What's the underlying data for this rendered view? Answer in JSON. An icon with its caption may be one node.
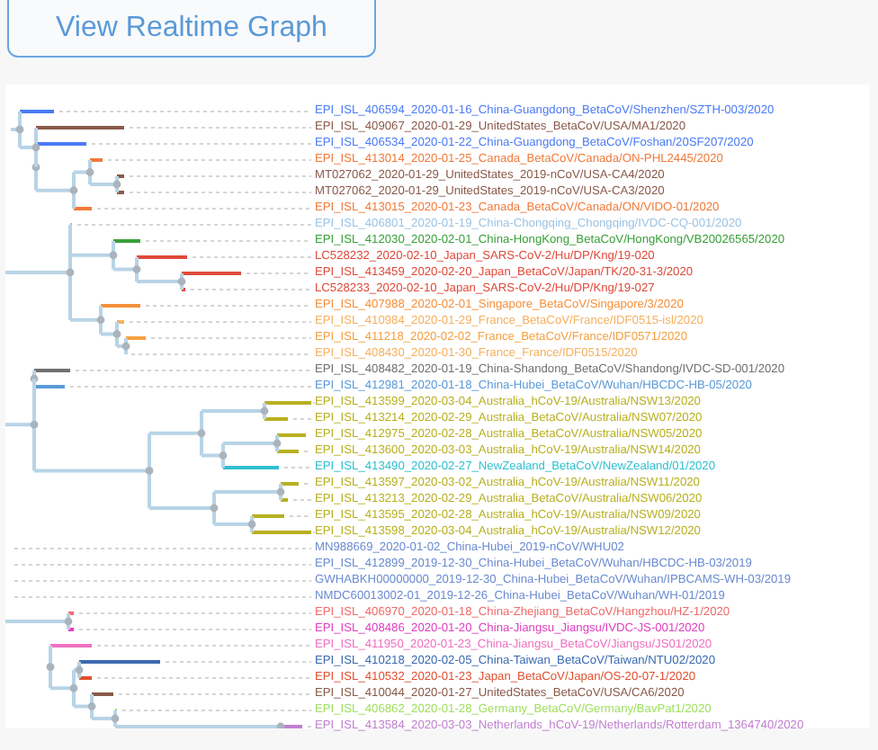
{
  "diagram": {
    "labels": [
      "View Realtime Graph",
      "EPI_ISL_406594_2020-01-16_China-Guangdong_BetaCoV/Shenzhen/SZTH-003/2020",
      "EPI_ISL_409067_2020-01-29_UnitedStates_BetaCoV/USA/MA1/2020",
      "EPI_ISL_406534_2020-01-22_China-Guangdong_BetaCoV/Foshan/20SF207/2020",
      "EPI_ISL_413014_2020-01-25_Canada_BetaCoV/Canada/ON-PHL2445/2020",
      "MT027062_2020-01-29_UnitedStates_2019-nCoV/USA-CA4/2020",
      "MT027062_2020-01-29_UnitedStates_2019-nCoV/USA-CA3/2020",
      "EPI_ISL_413015_2020-01-23_Canada_BetaCoV/Canada/ON/VIDO-01/2020",
      "EPI_ISL_406801_2020-01-19_China-Chongqing_Chongqing/IVDC-CQ-001/2020",
      "EPI_ISL_412030_2020-02-01_China-HongKong_BetaCoV/HongKong/VB20026565/2020",
      "LC528232_2020-02-10_Japan_SARS-CoV-2/Hu/DP/Kng/19-020",
      "EPI_ISL_413459_2020-02-20_Japan_BetaCoV/Japan/TK/20-31-3/2020",
      "LC528233_2020-02-10_Japan_SARS-CoV-2/Hu/DP/Kng/19-027",
      "EPI_ISL_407988_2020-02-01_Singapore_BetaCoV/Singapore/3/2020",
      "EPI_ISL_410984_2020-01-29_France_BetaCoV/France/IDF0515-isl/2020",
      "EPI_ISL_411218_2020-02-02_France_BetaCoV/France/IDF0571/2020",
      "EPI_ISL_408430_2020-01-30_France_France/IDF0515/2020",
      "EPI_ISL_408482_2020-01-19_China-Shandong_BetaCoV/Shandong/IVDC-SD-001/2020",
      "EPI_ISL_412981_2020-01-18_China-Hubei_BetaCoV/Wuhan/HBCDC-HB-05/2020",
      "EPI_ISL_413599_2020-03-04_Australia_hCoV-19/Australia/NSW13/2020",
      "EPI_ISL_413214_2020-02-29_Australia_BetaCoV/Australia/NSW07/2020",
      "EPI_ISL_412975_2020-02-28_Australia_BetaCoV/Australia/NSW05/2020",
      "EPI_ISL_413600_2020-03-03_Australia_hCoV-19/Australia/NSW14/2020",
      "EPI_ISL_413490_2020-02-27_NewZealand_BetaCoV/NewZealand/01/2020",
      "EPI_ISL_413597_2020-03-02_Australia_hCoV-19/Australia/NSW11/2020",
      "EPI_ISL_413213_2020-02-29_Australia_BetaCoV/Australia/NSW06/2020",
      "EPI_ISL_413595_2020-02-28_Australia_hCoV-19/Australia/NSW09/2020",
      "EPI_ISL_413598_2020-03-04_Australia_hCoV-19/Australia/NSW12/2020",
      "MN988669_2020-01-02_China-Hubei_2019-nCoV/WHU02",
      "EPI_ISL_412899_2019-12-30_China-Hubei_BetaCoV/Wuhan/HBCDC-HB-03/2019",
      "GWHABKH00000000_2019-12-30_China-Hubei_BetaCoV/Wuhan/IPBCAMS-WH-03/2019",
      "NMDC60013002-01_2019-12-26_China-Hubei_BetaCoV/Wuhan/WH-01/2019",
      "EPI_ISL_406970_2020-01-18_China-Zhejiang_BetaCoV/Hangzhou/HZ-1/2020",
      "EPI_ISL_408486_2020-01-20_China-Jiangsu_Jiangsu/IVDC-JS-001/2020",
      "EPI_ISL_411950_2020-01-23_China-Jiangsu_BetaCoV/Jiangsu/JS01/2020",
      "EPI_ISL_410218_2020-02-05_China-Taiwan_BetaCoV/Taiwan/NTU02/2020",
      "EPI_ISL_410532_2020-01-23_Japan_BetaCoV/Japan/OS-20-07-1/2020",
      "EPI_ISL_410044_2020-01-27_UnitedStates_BetaCoV/USA/CA6/2020",
      "EPI_ISL_406862_2020-01-28_Germany_BetaCoV/Germany/BavPat1/2020",
      "EPI_ISL_413584_2020-03-03_Netherlands_hCoV-19/Netherlands/Rotterdam_1364740/2020"
    ]
  }
}
